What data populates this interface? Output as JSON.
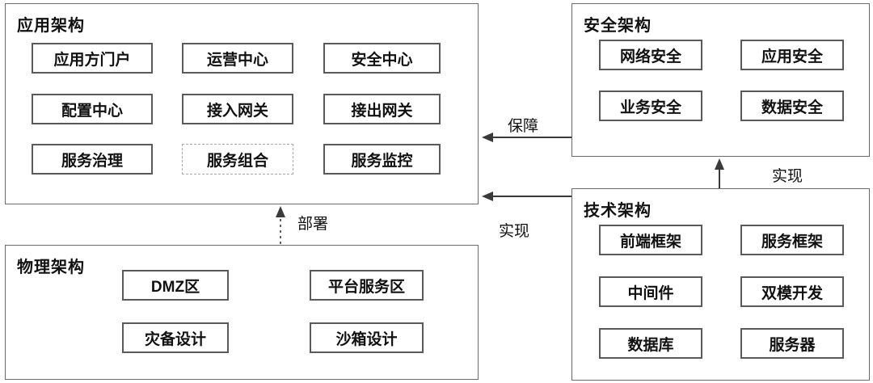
{
  "groups": {
    "app": {
      "title": "应用架构",
      "items": [
        "应用方门户",
        "运营中心",
        "安全中心",
        "配置中心",
        "接入网关",
        "接出网关",
        "服务治理",
        "服务组合",
        "服务监控"
      ]
    },
    "security": {
      "title": "安全架构",
      "items": [
        "网络安全",
        "应用安全",
        "业务安全",
        "数据安全"
      ]
    },
    "tech": {
      "title": "技术架构",
      "items": [
        "前端框架",
        "服务框架",
        "中间件",
        "双模开发",
        "数据库",
        "服务器"
      ]
    },
    "physical": {
      "title": "物理架构",
      "items": [
        "DMZ区",
        "平台服务区",
        "灾备设计",
        "沙箱设计"
      ]
    }
  },
  "arrows": {
    "guarantee": "保障",
    "implement_top": "实现",
    "implement_left": "实现",
    "deploy": "部署"
  },
  "colors": {
    "line": "#3a3a3a",
    "box_border": "#5a5a5a",
    "dashed_border": "#a9a9a9",
    "text": "#111111",
    "background": "#ffffff"
  }
}
